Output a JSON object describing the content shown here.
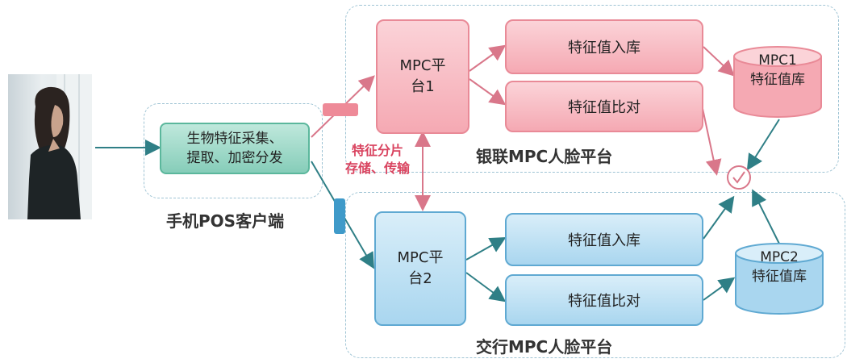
{
  "client": {
    "process_line1": "生物特征采集、",
    "process_line2": "提取、加密分发",
    "label": "手机POS客户端"
  },
  "annotation": {
    "line1": "特征分片",
    "line2": "存储、传输"
  },
  "unionpay": {
    "platform_line1": "MPC平",
    "platform_line2": "台1",
    "store": "特征值入库",
    "compare": "特征值比对",
    "db_line1": "MPC1",
    "db_line2": "特征值库",
    "label": "银联MPC人脸平台"
  },
  "bocom": {
    "platform_line1": "MPC平",
    "platform_line2": "台2",
    "store": "特征值入库",
    "compare": "特征值比对",
    "db_line1": "MPC2",
    "db_line2": "特征值库",
    "label": "交行MPC人脸平台"
  },
  "result_icon": "checkmark-circle-icon",
  "colors": {
    "pink": "#f5a9b3",
    "pink_border": "#e98a97",
    "blue": "#a9d6ef",
    "blue_border": "#5fa9d2",
    "green": "#86cdb9",
    "arrow_teal": "#2f7f86",
    "arrow_pink": "#d9778a",
    "annotation_red": "#d9435f"
  }
}
